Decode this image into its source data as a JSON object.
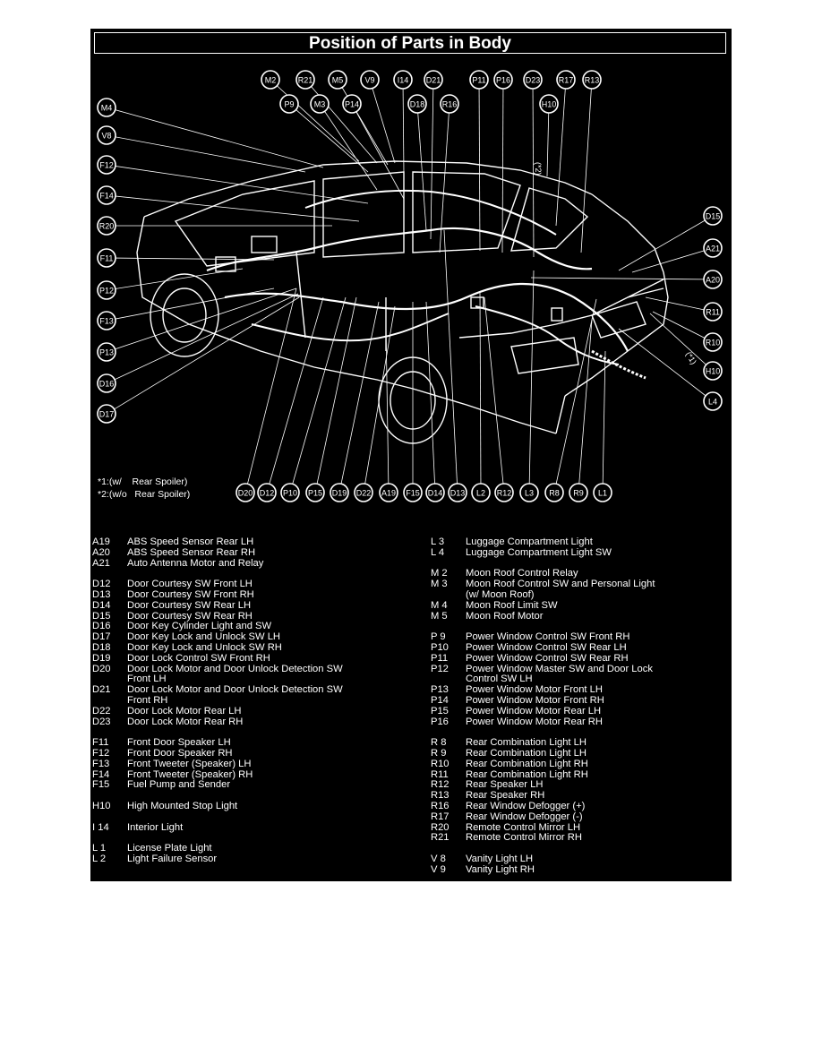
{
  "title": "Position of Parts in Body",
  "notes": [
    "*1:(w/    Rear Spoiler)",
    "*2:(w/o   Rear Spoiler)"
  ],
  "marks": {
    "star1": "(*1)",
    "star2": "(*2)"
  },
  "callouts": {
    "top_row1": [
      "M2",
      "R21",
      "M5",
      "V9",
      "I14",
      "D21",
      "P11",
      "P16",
      "D23",
      "R17",
      "R13"
    ],
    "top_row2": [
      "P9",
      "M3",
      "P14",
      "D18",
      "R16",
      "H10"
    ],
    "left": [
      "M4",
      "V8",
      "F12",
      "F14",
      "R20",
      "F11",
      "P12",
      "F13",
      "P13",
      "D16",
      "D17"
    ],
    "right": [
      "D15",
      "A21",
      "A20",
      "R11",
      "R10",
      "H10",
      "L4"
    ],
    "bottom": [
      "D20",
      "D12",
      "P10",
      "P15",
      "D19",
      "D22",
      "A19",
      "F15",
      "D14",
      "D13",
      "L2",
      "R12",
      "L3",
      "R8",
      "R9",
      "L1"
    ]
  },
  "legend_left": [
    {
      "code": "A19",
      "name": "ABS Speed Sensor Rear LH"
    },
    {
      "code": "A20",
      "name": "ABS Speed Sensor Rear RH"
    },
    {
      "code": "A21",
      "name": "Auto Antenna Motor and Relay"
    },
    {
      "gap": true
    },
    {
      "code": "D12",
      "name": "Door Courtesy SW Front LH"
    },
    {
      "code": "D13",
      "name": "Door Courtesy SW Front RH"
    },
    {
      "code": "D14",
      "name": "Door Courtesy SW Rear LH"
    },
    {
      "code": "D15",
      "name": "Door Courtesy SW Rear RH"
    },
    {
      "code": "D16",
      "name": "Door Key Cylinder Light and SW"
    },
    {
      "code": "D17",
      "name": "Door Key Lock and Unlock SW LH"
    },
    {
      "code": "D18",
      "name": "Door Key Lock and Unlock SW RH"
    },
    {
      "code": "D19",
      "name": "Door Lock Control SW Front RH"
    },
    {
      "code": "D20",
      "name": "Door Lock Motor and Door Unlock Detection SW",
      "sub": "Front LH"
    },
    {
      "code": "D21",
      "name": "Door Lock Motor and Door Unlock Detection SW",
      "sub": "Front RH"
    },
    {
      "code": "D22",
      "name": "Door Lock Motor Rear LH"
    },
    {
      "code": "D23",
      "name": "Door Lock Motor Rear RH"
    },
    {
      "gap": true
    },
    {
      "code": "F11",
      "name": "Front Door Speaker LH"
    },
    {
      "code": "F12",
      "name": "Front Door Speaker RH"
    },
    {
      "code": "F13",
      "name": "Front Tweeter (Speaker) LH"
    },
    {
      "code": "F14",
      "name": "Front Tweeter (Speaker) RH"
    },
    {
      "code": "F15",
      "name": "Fuel Pump and Sender"
    },
    {
      "gap": true
    },
    {
      "code": "H10",
      "name": "High Mounted Stop Light"
    },
    {
      "gap": true
    },
    {
      "code": "I 14",
      "name": "Interior Light"
    },
    {
      "gap": true
    },
    {
      "code": "L  1",
      "name": "License Plate Light"
    },
    {
      "code": "L  2",
      "name": "Light Failure Sensor"
    }
  ],
  "legend_right": [
    {
      "code": "L  3",
      "name": "Luggage Compartment Light"
    },
    {
      "code": "L  4",
      "name": "Luggage Compartment Light SW"
    },
    {
      "gap": true
    },
    {
      "code": "M 2",
      "name": "Moon Roof Control Relay"
    },
    {
      "code": "M 3",
      "name": "Moon Roof Control SW and Personal Light",
      "sub": "(w/ Moon Roof)"
    },
    {
      "code": "M 4",
      "name": "Moon Roof Limit SW"
    },
    {
      "code": "M 5",
      "name": "Moon Roof Motor"
    },
    {
      "gap": true
    },
    {
      "code": "P  9",
      "name": "Power Window Control SW Front RH"
    },
    {
      "code": "P10",
      "name": "Power Window Control SW Rear LH"
    },
    {
      "code": "P11",
      "name": "Power Window Control SW Rear RH"
    },
    {
      "code": "P12",
      "name": "Power Window Master SW and Door Lock",
      "sub": "Control SW LH"
    },
    {
      "code": "P13",
      "name": "Power Window Motor Front LH"
    },
    {
      "code": "P14",
      "name": "Power Window Motor Front RH"
    },
    {
      "code": "P15",
      "name": "Power Window Motor Rear LH"
    },
    {
      "code": "P16",
      "name": "Power Window Motor Rear RH"
    },
    {
      "gap": true
    },
    {
      "code": "R  8",
      "name": "Rear Combination Light LH"
    },
    {
      "code": "R  9",
      "name": "Rear Combination Light LH"
    },
    {
      "code": "R10",
      "name": "Rear Combination Light RH"
    },
    {
      "code": "R11",
      "name": "Rear Combination Light RH"
    },
    {
      "code": "R12",
      "name": "Rear Speaker LH"
    },
    {
      "code": "R13",
      "name": "Rear Speaker RH"
    },
    {
      "code": "R16",
      "name": "Rear Window Defogger (+)"
    },
    {
      "code": "R17",
      "name": "Rear Window Defogger (-)"
    },
    {
      "code": "R20",
      "name": "Remote Control Mirror LH"
    },
    {
      "code": "R21",
      "name": "Remote Control Mirror RH"
    },
    {
      "gap": true
    },
    {
      "code": "V  8",
      "name": "Vanity Light LH"
    },
    {
      "code": "V  9",
      "name": "Vanity Light RH"
    }
  ]
}
